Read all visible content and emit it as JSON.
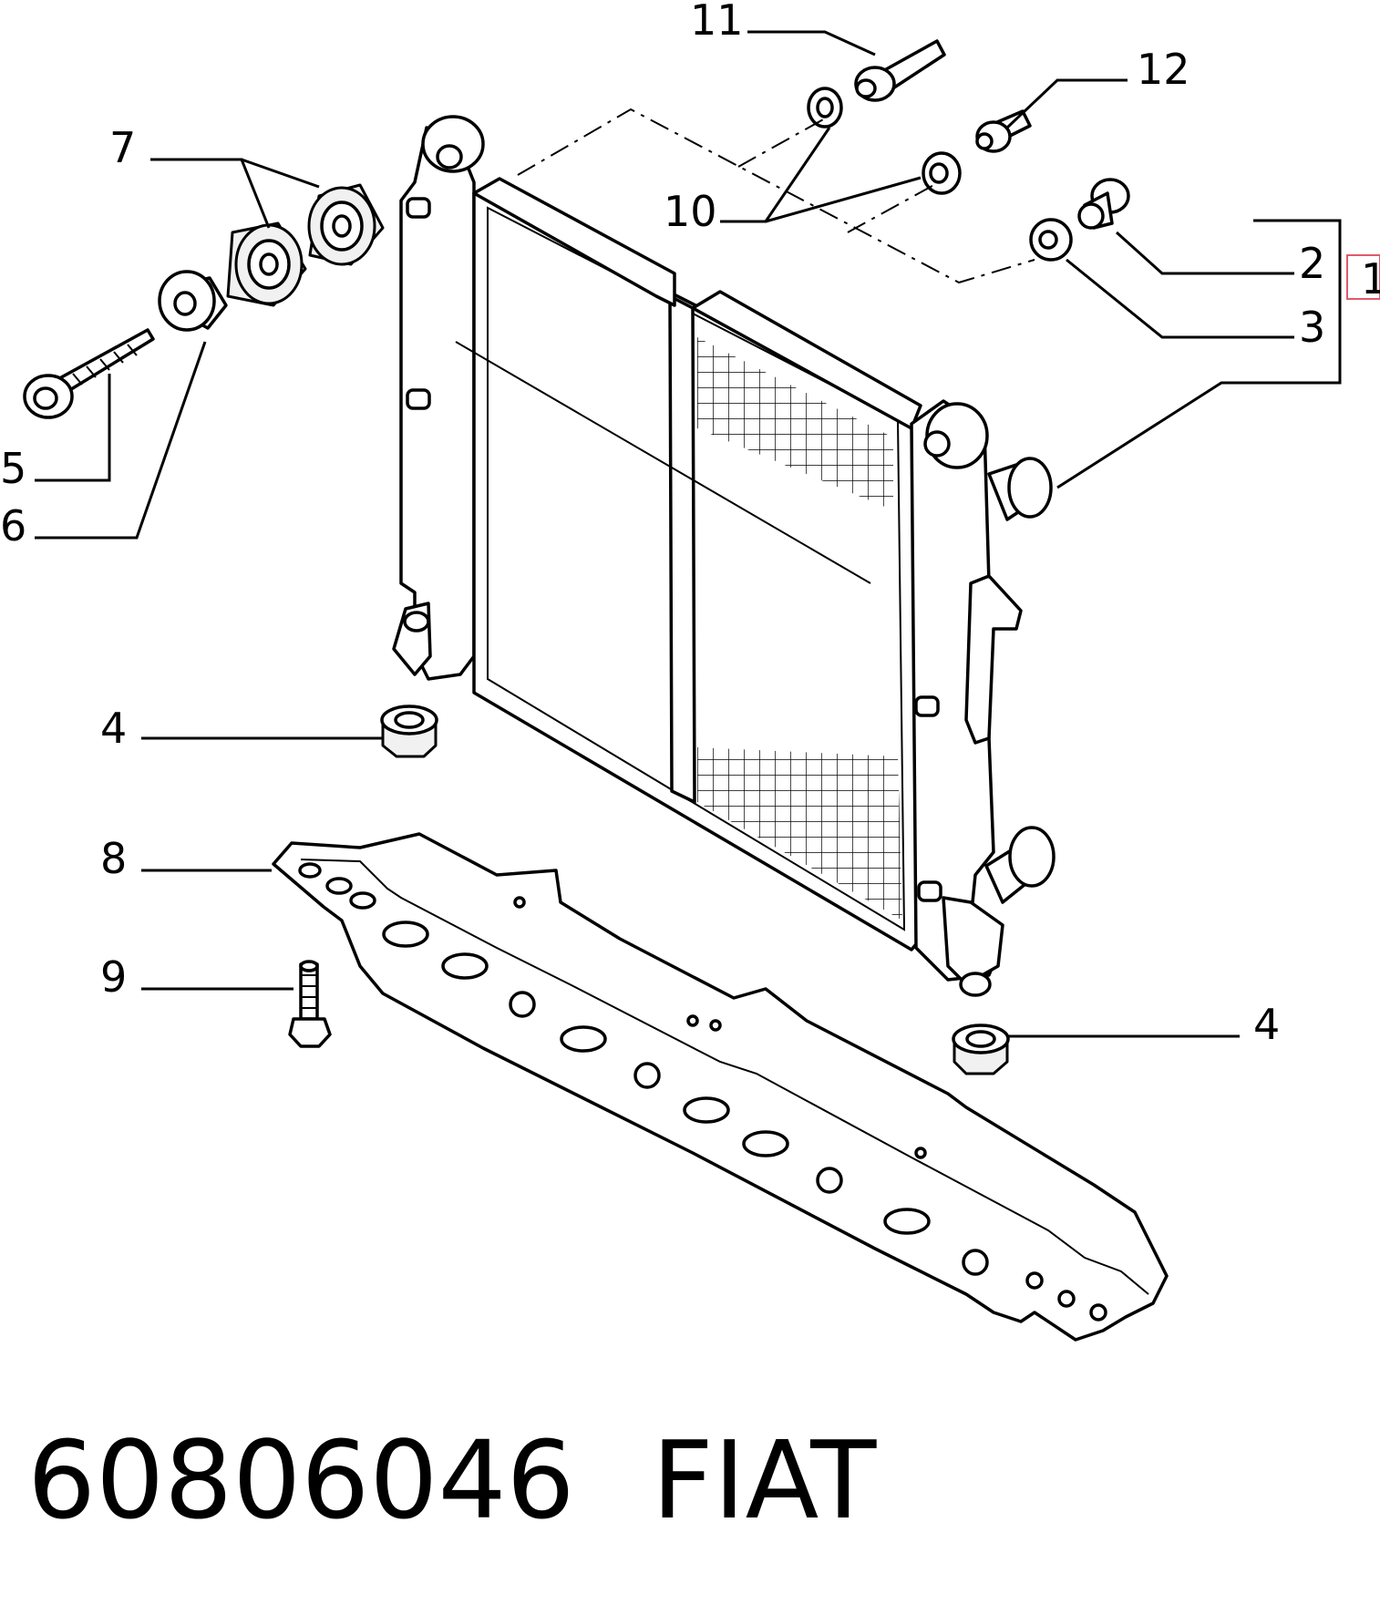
{
  "callouts": [
    "1",
    "2",
    "3",
    "4",
    "4",
    "5",
    "6",
    "7",
    "8",
    "9",
    "10",
    "11",
    "12"
  ],
  "part_number": "60806046",
  "brand": "FIAT"
}
